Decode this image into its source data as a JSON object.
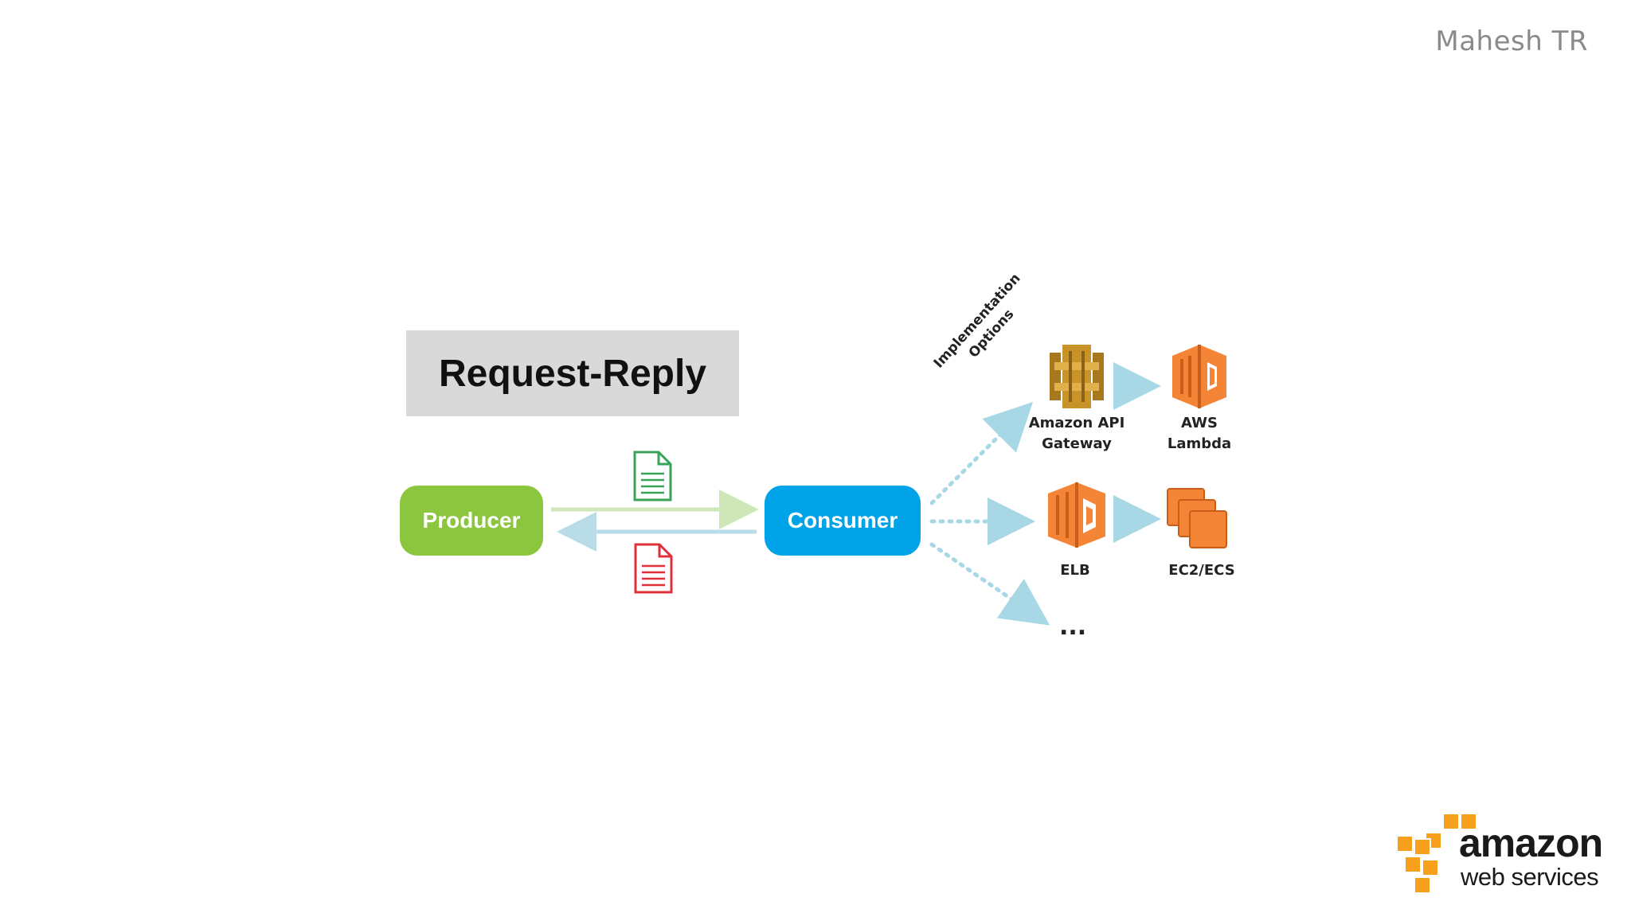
{
  "slide": {
    "author": "Mahesh TR",
    "title": "Request-Reply"
  },
  "nodes": {
    "producer": "Producer",
    "consumer": "Consumer"
  },
  "implementation_label": "Implementation Options",
  "services": {
    "api_gateway": "Amazon API Gateway",
    "lambda": "AWS Lambda",
    "elb": "ELB",
    "ec2_ecs": "EC2/ECS",
    "more": "..."
  },
  "logo": {
    "line1": "amazon",
    "line2": "web services"
  },
  "colors": {
    "producer": "#8cc63f",
    "consumer": "#00a2e8",
    "aws_orange": "#f58536",
    "gateway_gold": "#c8942a",
    "request_doc": "#3aa35a",
    "reply_doc": "#e0303a",
    "arrow_dotted": "#a8d8e6"
  },
  "icons": [
    "document-green-icon",
    "document-red-icon",
    "api-gateway-icon",
    "lambda-icon",
    "elb-icon",
    "ec2-ecs-icon",
    "aws-cubes-icon"
  ]
}
